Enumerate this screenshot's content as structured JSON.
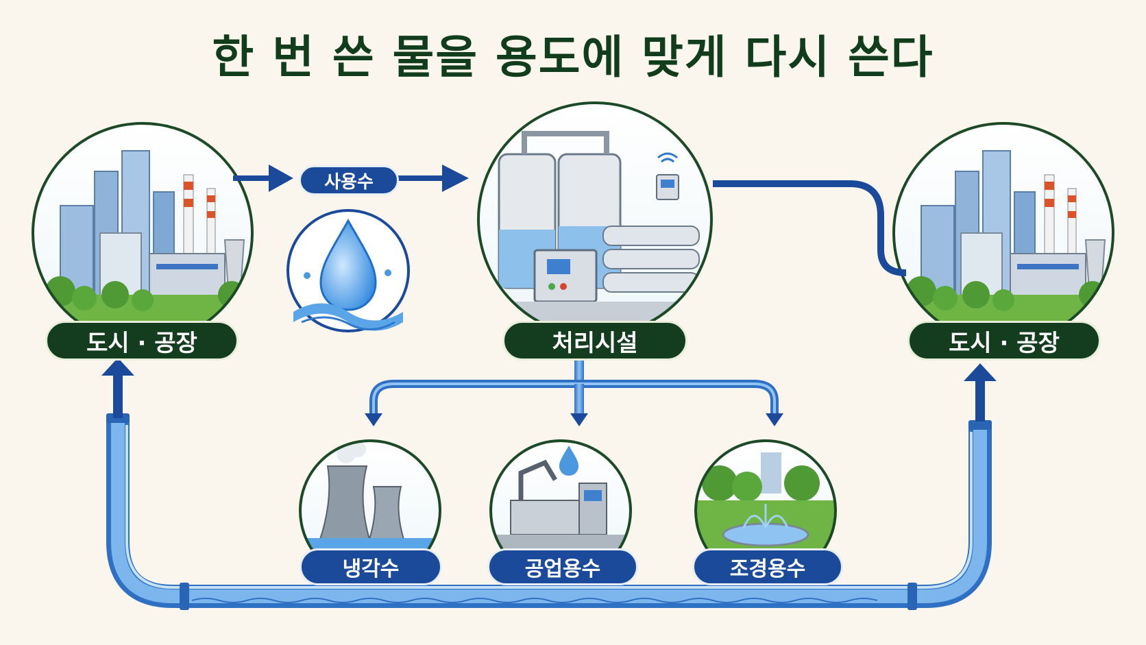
{
  "title": "한 번 쓴 물을 용도에 맞게 다시 쓴다",
  "nodes": {
    "source": "도시 · 공장",
    "wastewater": "사용수",
    "treatment": "처리시설",
    "destination": "도시 · 공장"
  },
  "uses": {
    "cooling": "냉각수",
    "industrial": "공업용수",
    "landscape": "조경용수"
  },
  "colors": {
    "title": "#123d1d",
    "green_label": "#143d1f",
    "blue_label": "#1b4a9a",
    "pipe": "#4a8fd8",
    "arrow": "#1b4a9a"
  }
}
